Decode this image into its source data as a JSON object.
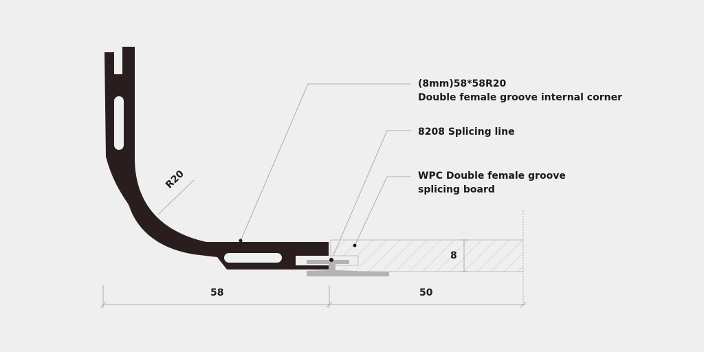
{
  "labels": {
    "corner_line1": "(8mm)58*58R20",
    "corner_line2": "Double female groove internal corner",
    "splicing_line": "8208 Splicing line",
    "board_line1": "WPC Double female groove",
    "board_line2": "splicing board"
  },
  "dimensions": {
    "radius": "R20",
    "thickness": "8",
    "width_left": "58",
    "width_right": "50"
  },
  "colors": {
    "background": "#efefef",
    "profile": "#2a1d1d",
    "clip": "#b3b3b3",
    "leader": "#9a9a9a",
    "hatch": "#bdbdbd"
  }
}
